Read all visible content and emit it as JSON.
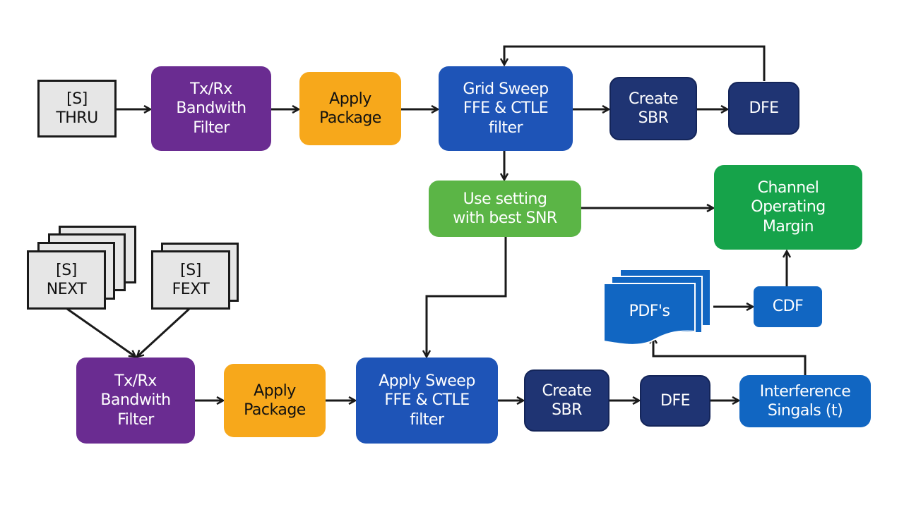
{
  "diagram": {
    "nodes": {
      "s_thru": "[S]\nTHRU",
      "txrx_top": "Tx/Rx\nBandwith\nFilter",
      "pkg_top": "Apply\nPackage",
      "grid_sweep": "Grid Sweep\nFFE & CTLE\nfilter",
      "sbr_top": "Create\nSBR",
      "dfe_top": "DFE",
      "best_snr": "Use setting\nwith best SNR",
      "com": "Channel\nOperating\nMargin",
      "s_next": "[S]\nNEXT",
      "s_fext": "[S]\nFEXT",
      "pdfs": "PDF's",
      "cdf": "CDF",
      "txrx_bot": "Tx/Rx\nBandwith\nFilter",
      "pkg_bot": "Apply\nPackage",
      "apply_sweep": "Apply Sweep\nFFE & CTLE\nfilter",
      "sbr_bot": "Create\nSBR",
      "dfe_bot": "DFE",
      "interference": "Interference\nSingals (t)"
    },
    "colors": {
      "purple": "#6a2c91",
      "orange": "#f7a81b",
      "blue": "#1e54b7",
      "navy": "#1f3473",
      "mid_blue": "#1166c2",
      "light_green": "#5bb546",
      "green": "#16a34a",
      "gray": "#e6e6e6"
    },
    "edges": [
      {
        "from": "s_thru",
        "to": "txrx_top"
      },
      {
        "from": "txrx_top",
        "to": "pkg_top"
      },
      {
        "from": "pkg_top",
        "to": "grid_sweep"
      },
      {
        "from": "grid_sweep",
        "to": "sbr_top"
      },
      {
        "from": "sbr_top",
        "to": "dfe_top"
      },
      {
        "from": "dfe_top",
        "to": "grid_sweep"
      },
      {
        "from": "grid_sweep",
        "to": "best_snr"
      },
      {
        "from": "best_snr",
        "to": "com"
      },
      {
        "from": "best_snr",
        "to": "apply_sweep"
      },
      {
        "from": "s_next",
        "to": "txrx_bot"
      },
      {
        "from": "s_fext",
        "to": "txrx_bot"
      },
      {
        "from": "txrx_bot",
        "to": "pkg_bot"
      },
      {
        "from": "pkg_bot",
        "to": "apply_sweep"
      },
      {
        "from": "apply_sweep",
        "to": "sbr_bot"
      },
      {
        "from": "sbr_bot",
        "to": "dfe_bot"
      },
      {
        "from": "dfe_bot",
        "to": "interference"
      },
      {
        "from": "interference",
        "to": "pdfs"
      },
      {
        "from": "pdfs",
        "to": "cdf"
      },
      {
        "from": "cdf",
        "to": "com"
      }
    ]
  }
}
